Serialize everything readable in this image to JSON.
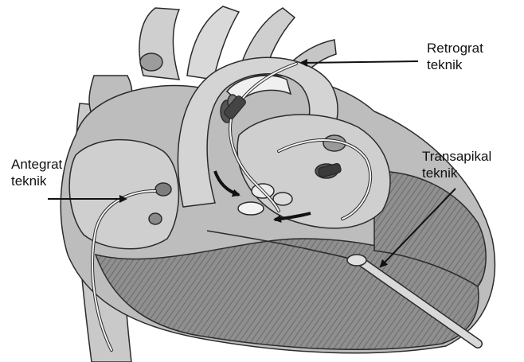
{
  "labels": {
    "retrograde": {
      "line1": "Retrograt",
      "line2": "teknik"
    },
    "antegrade": {
      "line1": "Antegrat",
      "line2": "teknik"
    },
    "transapical": {
      "line1": "Transapikal",
      "line2": "teknik"
    }
  },
  "colors": {
    "outline": "#2b2b2b",
    "tissue_light": "#d6d6d6",
    "tissue_mid": "#a9a9a9",
    "tissue_dark": "#6f6f6f",
    "myocardium": "#8d8d8d",
    "background": "#ffffff"
  },
  "icons": [
    "heart-illustration",
    "catheter",
    "arrow"
  ]
}
